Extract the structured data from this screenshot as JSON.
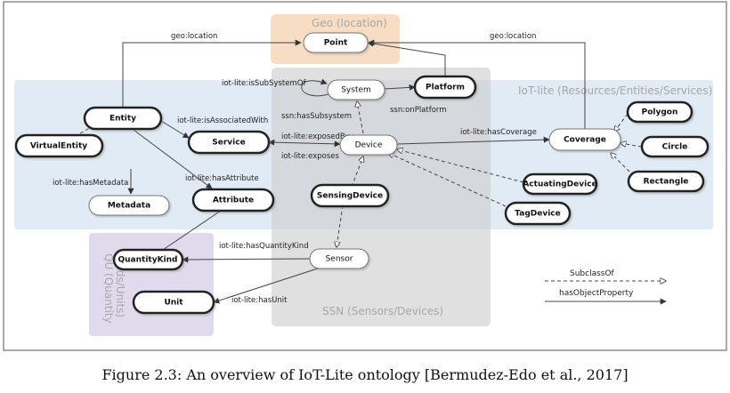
{
  "regions": {
    "geo": "Geo (location)",
    "iotlite": "IoT-lite (Resources/Entities/Services)",
    "ssn": "SSN (Sensors/Devices)",
    "qu_line1": "QU (Quantity",
    "qu_line2": "Kinds/Units)"
  },
  "nodes": {
    "point": "Point",
    "system": "System",
    "platform": "Platform",
    "entity": "Entity",
    "virtual_entity": "VirtualEntity",
    "service": "Service",
    "device": "Device",
    "coverage": "Coverage",
    "polygon": "Polygon",
    "circle": "Circle",
    "rectangle": "Rectangle",
    "metadata": "Metadata",
    "attribute": "Attribute",
    "sensing_device": "SensingDevice",
    "actuating_device": "ActuatingDevice",
    "tag_device": "TagDevice",
    "quantity_kind": "QuantityKind",
    "sensor": "Sensor",
    "unit": "Unit"
  },
  "edges": {
    "geo_location_left": "geo:location",
    "geo_location_right": "geo:location",
    "is_sub_system_of": "iot-lite:isSubSystemOf",
    "has_subsystem": "ssn:hasSubsystem",
    "on_platform": "ssn:onPlatform",
    "is_associated_with": "iot-lite:isAssociatedWith",
    "exposed_by": "iot-lite:exposedBy",
    "exposes": "iot-lite:exposes",
    "has_coverage": "iot-lite:hasCoverage",
    "has_metadata": "iot-lite:hasMetadata",
    "has_attribute": "iot-lite:hasAttribute",
    "has_quantity_kind": "iot-lite:hasQuantityKind",
    "has_unit": "iot-lite:hasUnit"
  },
  "legend": {
    "subclass_of": "SubclassOf",
    "has_object_property": "hasObjectProperty"
  },
  "caption": "Figure 2.3: An overview of IoT-Lite ontology [Bermudez-Edo et al., 2017]",
  "colors": {
    "geo_region": "#f6d9bd",
    "iotlite_region": "#dbe8f3",
    "ssn_region": "#cfcfcf",
    "qu_region": "#ddd6ea"
  }
}
